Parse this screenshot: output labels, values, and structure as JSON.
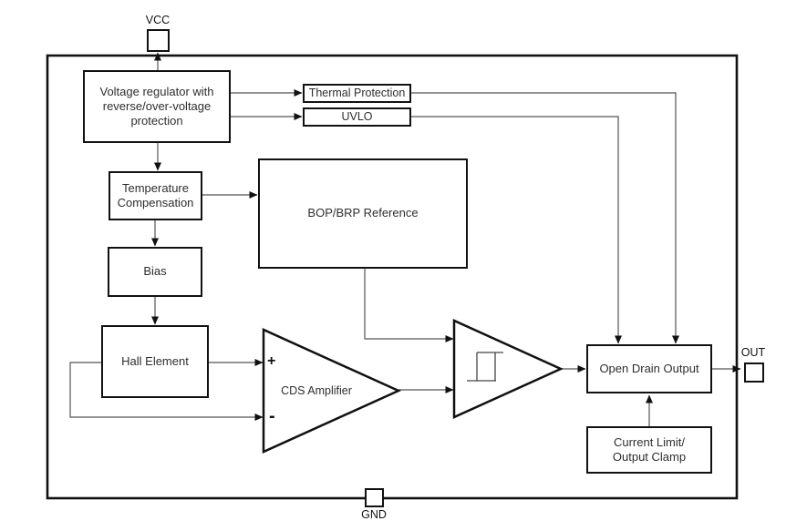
{
  "diagram": {
    "title": "hall-sensor-functional-block-diagram",
    "pins": {
      "vcc": {
        "label": "VCC"
      },
      "out": {
        "label": "OUT"
      },
      "gnd": {
        "label": "GND"
      }
    },
    "blocks": {
      "regulator": {
        "label": "Voltage regulator with\nreverse/over-voltage\nprotection"
      },
      "thermal": {
        "label": "Thermal Protection"
      },
      "uvlo": {
        "label": "UVLO"
      },
      "temp_comp": {
        "label": "Temperature\nCompensation"
      },
      "bop_ref": {
        "label": "BOP/BRP Reference"
      },
      "bias": {
        "label": "Bias"
      },
      "hall": {
        "label": "Hall Element"
      },
      "open_drain": {
        "label": "Open Drain Output"
      },
      "clamp": {
        "label": "Current Limit/\nOutput Clamp"
      }
    },
    "amplifier": {
      "label": "CDS Amplifier",
      "plus": "+",
      "minus": "-"
    },
    "colors": {
      "background": "#ffffff",
      "box_border": "#111111",
      "connector": "#555555",
      "arrowhead": "#111111",
      "text": "#2e2e2e"
    }
  }
}
